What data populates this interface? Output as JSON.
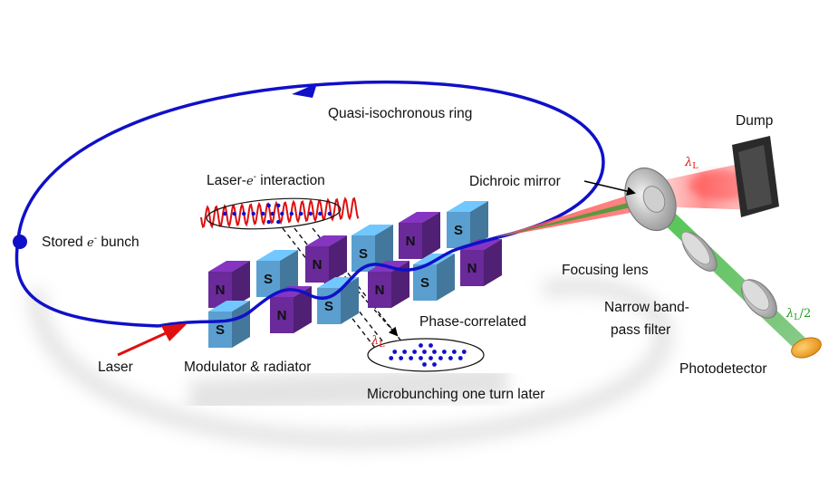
{
  "labels": {
    "ring": "Quasi-isochronous ring",
    "stored_prefix": "Stored ",
    "stored_e": "e",
    "stored_sup": "-",
    "stored_suffix": " bunch",
    "interaction_prefix": "Laser-",
    "interaction_e": "e",
    "interaction_sup": "-",
    "interaction_suffix": " interaction",
    "laser": "Laser",
    "modulator": "Modulator & radiator",
    "microbunching": "Microbunching one turn later",
    "phase_correlated": "Phase-correlated",
    "dichroic": "Dichroic mirror",
    "focusing": "Focusing lens",
    "narrow_line1": "Narrow band-",
    "narrow_line2": "pass filter",
    "photodetector": "Photodetector",
    "dump": "Dump"
  },
  "wavelength": {
    "symbol": "λ",
    "subscript": "L",
    "half_suffix": "/2"
  },
  "magnets": {
    "north": "N",
    "south": "S"
  },
  "colors": {
    "beam": "#1010c8",
    "magnet_north": "#6a2a9a",
    "magnet_south": "#5a9fd0",
    "red_laser": "#e01010",
    "green_light": "#22a02a",
    "half_wavelength_text": "#1e9a1e",
    "photodetector": "#f0a020",
    "dump": "#333333"
  }
}
